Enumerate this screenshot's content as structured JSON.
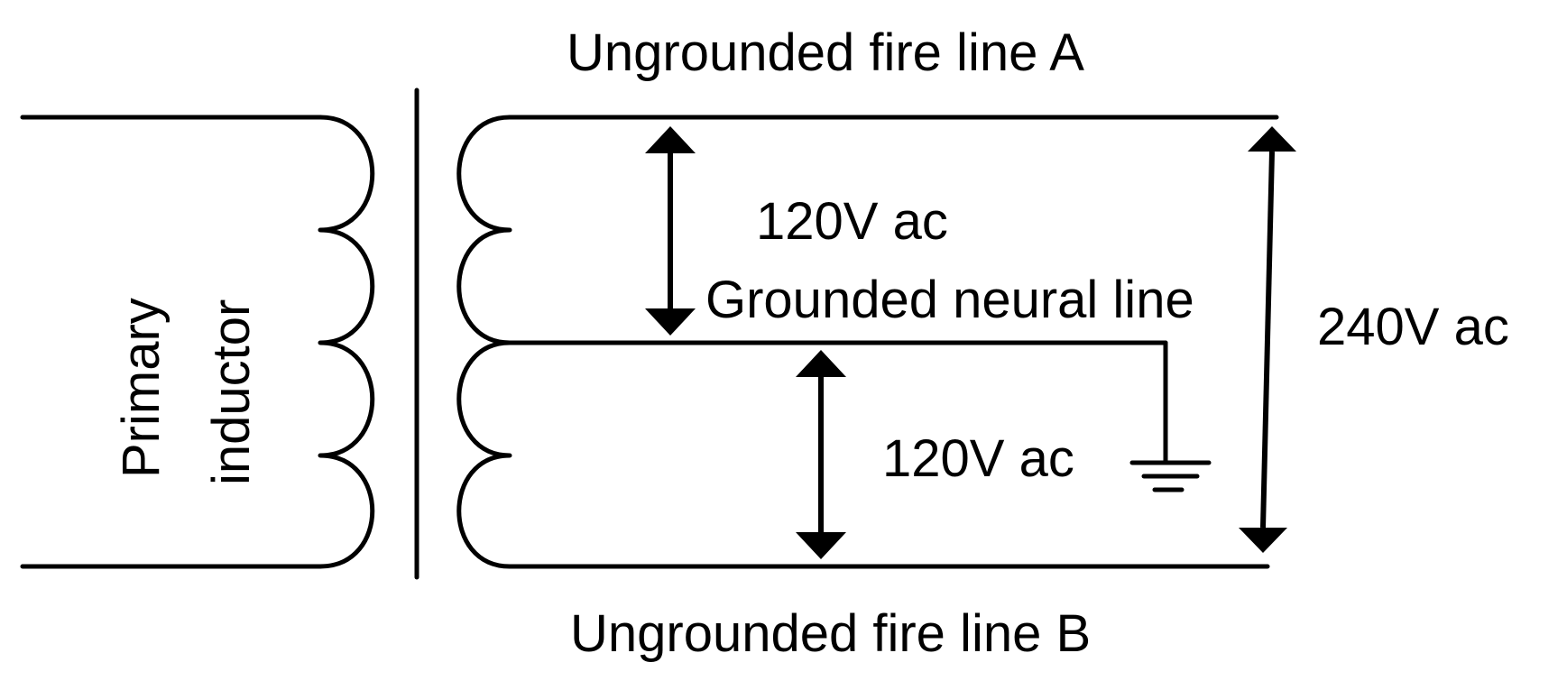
{
  "labels": {
    "line_a": "Ungrounded fire line  A",
    "line_b": "Ungrounded fire line  B",
    "neutral": "Grounded neural line",
    "v_upper": "120V  ac",
    "v_lower": "120V  ac",
    "v_total": "240V  ac",
    "primary_word1": "Primary",
    "primary_word2": "inductor"
  }
}
